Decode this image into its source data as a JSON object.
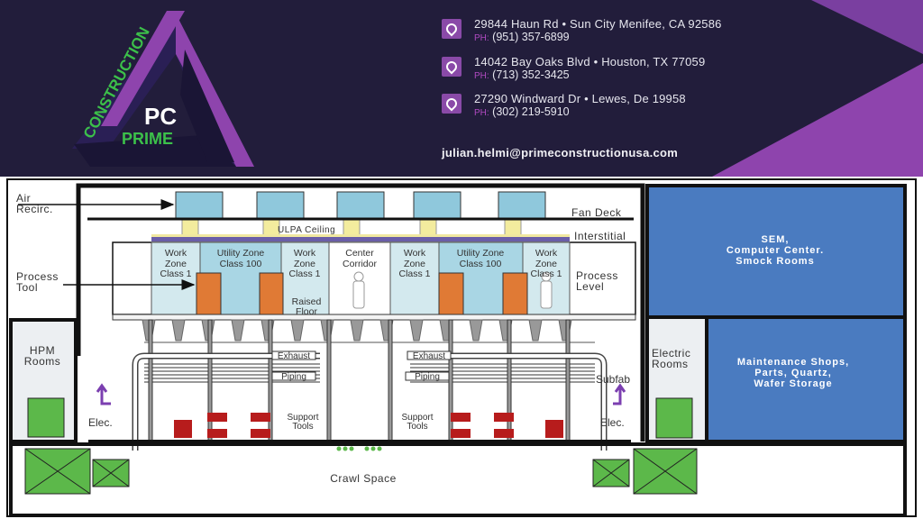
{
  "brand": {
    "logo_text_construction": "CONSTRUCTION",
    "logo_text_monogram": "PC",
    "logo_text_prime": "PRIME",
    "colors": {
      "navy": "#221d3b",
      "purple": "#8e44ad",
      "green": "#3cc04a"
    }
  },
  "contacts": [
    {
      "address": "29844 Haun Rd • Sun City Menifee, CA 92586",
      "phone_label": "PH:",
      "phone": "(951) 357-6899",
      "icon": "location-pin-icon"
    },
    {
      "address": "14042 Bay Oaks Blvd • Houston, TX 77059",
      "phone_label": "PH:",
      "phone": "(713) 352-3425",
      "icon": "location-pin-icon"
    },
    {
      "address": "27290 Windward Dr • Lewes, De 19958",
      "phone_label": "PH:",
      "phone": "(302) 219-5910",
      "icon": "location-pin-icon"
    }
  ],
  "email": "julian.helmi@primeconstructionusa.com",
  "diagram": {
    "air_recirc": [
      "Air",
      "Recirc."
    ],
    "process_tool": [
      "Process",
      "Tool"
    ],
    "fan_deck": "Fan Deck",
    "ulpa_ceiling": "ULPA Ceiling",
    "interstitial": "Interstitial",
    "process_level": [
      "Process",
      "Level"
    ],
    "work_zone": [
      "Work",
      "Zone",
      "Class 1"
    ],
    "utility_zone": [
      "Utility Zone",
      "Class 100"
    ],
    "center_corridor": [
      "Center",
      "Corridor"
    ],
    "raised_floor": [
      "Raised",
      "Floor"
    ],
    "exhaust": "Exhaust",
    "piping": "Piping",
    "support_tools": [
      "Support",
      "Tools"
    ],
    "hpm_rooms": [
      "HPM",
      "Rooms"
    ],
    "elec": "Elec.",
    "subfab": "Subfab",
    "crawl_space": "Crawl Space",
    "sem": [
      "SEM,",
      "Computer Center.",
      "Smock Rooms"
    ],
    "electric_rooms": [
      "Electric",
      "Rooms"
    ],
    "maintenance": [
      "Maintenance Shops,",
      "Parts, Quartz,",
      "Wafer Storage"
    ]
  }
}
